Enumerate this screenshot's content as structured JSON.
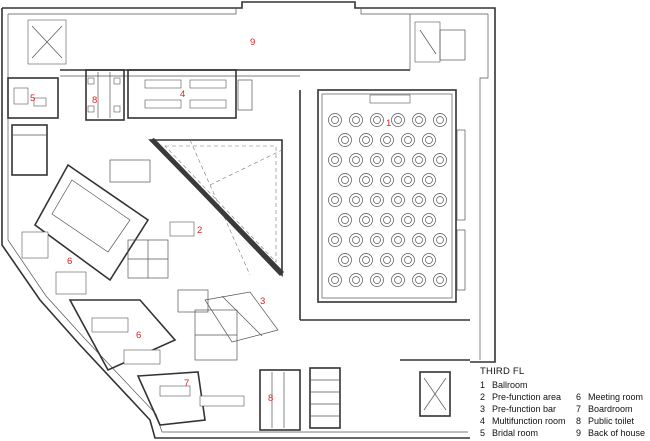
{
  "floor_title": "THIRD FL",
  "rooms": [
    {
      "num": "1",
      "name": "Ballroom"
    },
    {
      "num": "2",
      "name": "Pre-function area"
    },
    {
      "num": "3",
      "name": "Pre-function bar"
    },
    {
      "num": "4",
      "name": "Multifunction room"
    },
    {
      "num": "5",
      "name": "Bridal room"
    },
    {
      "num": "6",
      "name": "Meeting room"
    },
    {
      "num": "7",
      "name": "Boardroom"
    },
    {
      "num": "8",
      "name": "Public toilet"
    },
    {
      "num": "9",
      "name": "Back of house"
    }
  ],
  "plan_labels": {
    "ballroom": "1",
    "prefunction_area": "2",
    "prefunction_bar": "3",
    "multifunction": "4",
    "bridal": "5",
    "meeting_a": "6",
    "meeting_b": "6",
    "boardroom": "7",
    "toilet_north": "8",
    "toilet_south": "8",
    "back_of_house": "9"
  },
  "colors": {
    "room_number": "#dd2222",
    "linework": "#333333"
  }
}
